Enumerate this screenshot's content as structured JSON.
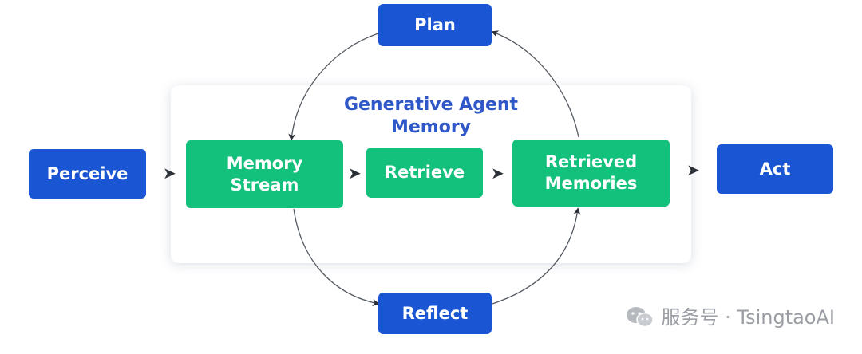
{
  "diagram": {
    "panel_title": "Generative Agent\nMemory",
    "nodes": {
      "perceive": "Perceive",
      "plan": "Plan",
      "memory_stream": "Memory\nStream",
      "retrieve": "Retrieve",
      "retrieved_memories": "Retrieved\nMemories",
      "act": "Act",
      "reflect": "Reflect"
    },
    "colors": {
      "outer_node": "#1a56d4",
      "memory_node": "#13c17c",
      "title": "#2f57c8",
      "connector": "#555a62"
    }
  },
  "watermark": {
    "text": "服务号 · TsingtaoAI",
    "icon": "wechat-icon"
  }
}
